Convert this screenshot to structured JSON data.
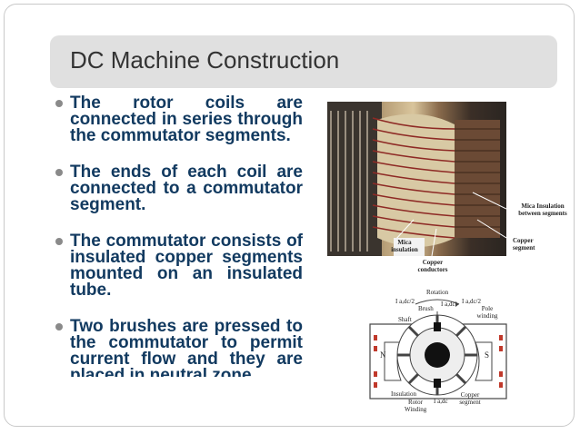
{
  "slide": {
    "title": "DC Machine Construction",
    "bullets": [
      "The rotor coils are connected in series through the commutator segments.",
      "The ends of each coil are connected to a commutator segment.",
      "The commutator consists of insulated copper segments mounted on an insulated tube.",
      "Two brushes are pressed to the commutator to permit current flow and they are placed in neutral zone."
    ]
  },
  "photo_labels": {
    "mica_insulation_between": "Mica Insulation between segments",
    "copper_segment": "Copper segment",
    "mica_insulation": "Mica insulation",
    "copper_conductors": "Copper conductors"
  },
  "diagram_labels": {
    "rotation": "Rotation",
    "ia2_left": "I a,dc/2",
    "brush": "Brush",
    "ia_top": "I a,dc",
    "ia2_right": "I a,dc/2",
    "pole_winding": "Pole winding",
    "shaft": "Shaft",
    "n": "N",
    "s": "S",
    "insulation": "Insulation",
    "rotor_winding": "Rotor Winding",
    "ia_bottom": "I a,dc",
    "copper_segment": "Copper segment"
  }
}
